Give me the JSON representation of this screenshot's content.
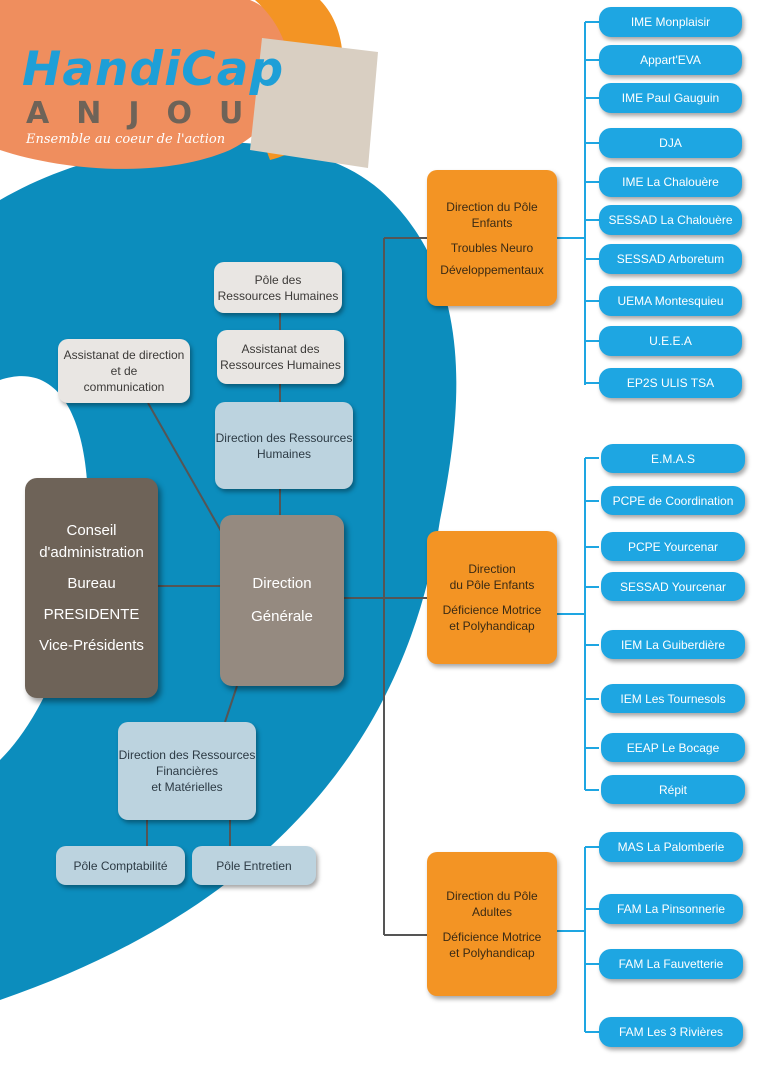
{
  "logo": {
    "title": "HandiCap",
    "subtitle": "ANJOU",
    "tagline": "Ensemble au coeur de l'action"
  },
  "colors": {
    "blue_band": "#0c8dbd",
    "leaf_blue": "#1ea6e2",
    "orange": "#f39424",
    "dark_brown": "#6e6358",
    "taupe": "#958a80",
    "connector": "#555555"
  },
  "left": {
    "rh_pole": [
      "Pôle des",
      "Ressources Humaines"
    ],
    "rh_assistant": [
      "Assistanat des",
      "Ressources Humaines"
    ],
    "comm_assistant": [
      "Assistanat de direction",
      "et de",
      "communication"
    ],
    "drh": [
      "Direction des Ressources",
      "Humaines"
    ],
    "conseil": [
      "Conseil",
      "d'administration",
      "Bureau",
      "PRESIDENTE",
      "Vice-Présidents"
    ],
    "dg": [
      "Direction",
      "Générale"
    ],
    "drfm": [
      "Direction des Ressources",
      "Financières",
      "et Matérielles"
    ],
    "compta": "Pôle Comptabilité",
    "entretien": "Pôle Entretien"
  },
  "poles": [
    {
      "title": [
        "Direction du Pôle",
        "Enfants"
      ],
      "subtitle": [
        "Troubles Neuro",
        "Développementaux"
      ],
      "leaves": [
        "IME Monplaisir",
        "Appart'EVA",
        "IME Paul Gauguin",
        "DJA",
        "IME La Chalouère",
        "SESSAD La Chalouère",
        "SESSAD Arboretum",
        "UEMA Montesquieu",
        "U.E.E.A",
        "EP2S ULIS TSA"
      ]
    },
    {
      "title": [
        "Direction",
        "du Pôle Enfants"
      ],
      "subtitle": [
        "Déficience Motrice",
        "et Polyhandicap"
      ],
      "leaves": [
        "E.M.A.S",
        "PCPE de Coordination",
        "PCPE Yourcenar",
        "SESSAD Yourcenar",
        "IEM La Guiberdière",
        "IEM Les Tournesols",
        "EEAP Le Bocage",
        "Répit"
      ]
    },
    {
      "title": [
        "Direction du Pôle",
        "Adultes"
      ],
      "subtitle": [
        "Déficience Motrice",
        "et Polyhandicap"
      ],
      "leaves": [
        "MAS La Palomberie",
        "FAM La Pinsonnerie",
        "FAM La Fauvetterie",
        "FAM Les 3 Rivières"
      ]
    }
  ]
}
